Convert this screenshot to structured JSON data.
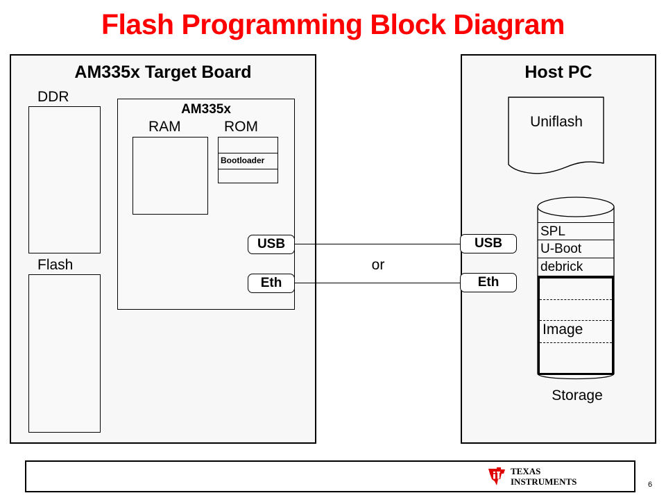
{
  "slide": {
    "title": "Flash Programming Block Diagram",
    "title_color": "#ff0000",
    "page_number": "6"
  },
  "target_board": {
    "panel_title": "AM335x Target Board",
    "ddr_label": "DDR",
    "flash_label": "Flash",
    "chip": {
      "title": "AM335x",
      "ram_label": "RAM",
      "rom_label": "ROM",
      "rom_cells": [
        "",
        "Bootloader",
        ""
      ]
    },
    "ports": {
      "usb": "USB",
      "eth": "Eth"
    }
  },
  "connection": {
    "or_label": "or"
  },
  "host_pc": {
    "panel_title": "Host PC",
    "uniflash_label": "Uniflash",
    "ports": {
      "usb": "USB",
      "eth": "Eth"
    },
    "storage": {
      "label": "Storage",
      "rows": [
        "SPL",
        "U-Boot",
        "debrick"
      ],
      "image_label": "Image"
    }
  },
  "footer": {
    "logo_line1": "TEXAS",
    "logo_line2": "INSTRUMENTS",
    "logo_color": "#e00000"
  }
}
